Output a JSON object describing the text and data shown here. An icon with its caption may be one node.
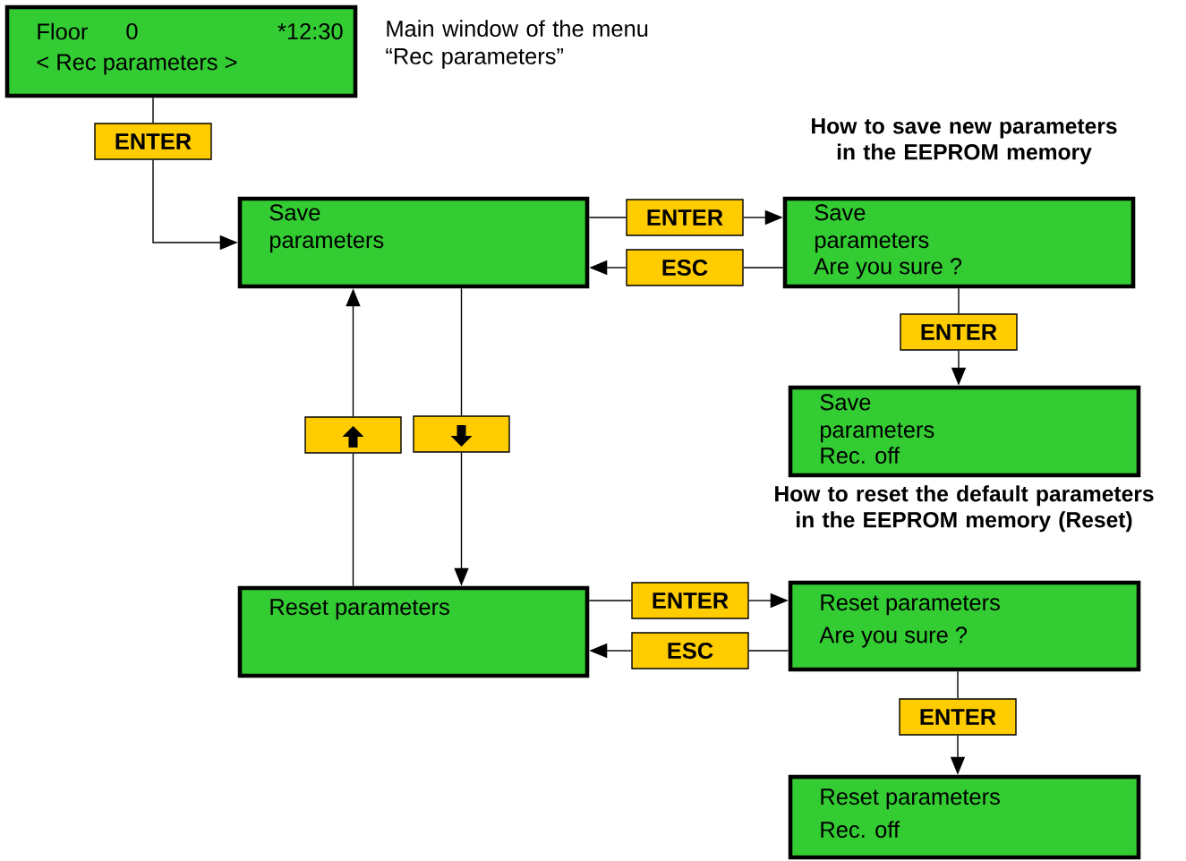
{
  "diagram": {
    "nodes": [
      {
        "text": [
          "Floor",
          "0",
          "*12:30",
          "< Rec parameters >"
        ],
        "beside": [
          "Main window of the menu “Rec parameters”"
        ]
      },
      {
        "text": [
          "ENTER"
        ]
      },
      {
        "text": [
          "Save parameters"
        ]
      },
      {
        "text": [
          "ENTER"
        ]
      },
      {
        "text": [
          "ESC"
        ]
      },
      {
        "text": [
          "Save parameters",
          "Are you sure  ?"
        ]
      },
      {
        "text": [
          "ENTER"
        ]
      },
      {
        "text": [
          "Save parameters",
          "Rec. off"
        ]
      },
      {
        "text": [],
        "shape": "box"
      },
      {
        "text": [],
        "shape": "box"
      },
      {
        "text": [
          "Reset parameters"
        ]
      },
      {
        "text": [
          "ENTER"
        ]
      },
      {
        "text": [
          "ESC"
        ]
      },
      {
        "text": [
          "Reset parameters",
          "Are you sure ?"
        ]
      },
      {
        "text": [
          "ENTER"
        ]
      },
      {
        "text": [
          "Reset parameters",
          "Rec. off"
        ]
      }
    ],
    "edges": [
      {
        "from": 0,
        "to": 1,
        "arrow": "none"
      },
      {
        "from": 1,
        "to": 2,
        "arrow": "to"
      },
      {
        "from": 2,
        "to": 3,
        "arrow": "none"
      },
      {
        "from": 3,
        "to": 5,
        "arrow": "to"
      },
      {
        "from": 5,
        "to": 4,
        "arrow": "none"
      },
      {
        "from": 4,
        "to": 2,
        "arrow": "to"
      },
      {
        "from": 5,
        "to": 6,
        "arrow": "none"
      },
      {
        "from": 6,
        "to": 7,
        "arrow": "to"
      },
      {
        "from": 2,
        "to": 9,
        "arrow": "none"
      },
      {
        "from": 9,
        "to": 10,
        "arrow": "to"
      },
      {
        "from": 10,
        "to": 8,
        "arrow": "none"
      },
      {
        "from": 8,
        "to": 2,
        "arrow": "to"
      },
      {
        "from": 10,
        "to": 11,
        "arrow": "none"
      },
      {
        "from": 11,
        "to": 13,
        "arrow": "to"
      },
      {
        "from": 13,
        "to": 12,
        "arrow": "none"
      },
      {
        "from": 12,
        "to": 10,
        "arrow": "to"
      },
      {
        "from": 13,
        "to": 14,
        "arrow": "none"
      },
      {
        "from": 14,
        "to": 15,
        "arrow": "to"
      }
    ],
    "labels": [
      "How to save new parameters in the EEPROM memory",
      "How to reset the default parameters in the EEPROM memory (Reset)"
    ]
  }
}
